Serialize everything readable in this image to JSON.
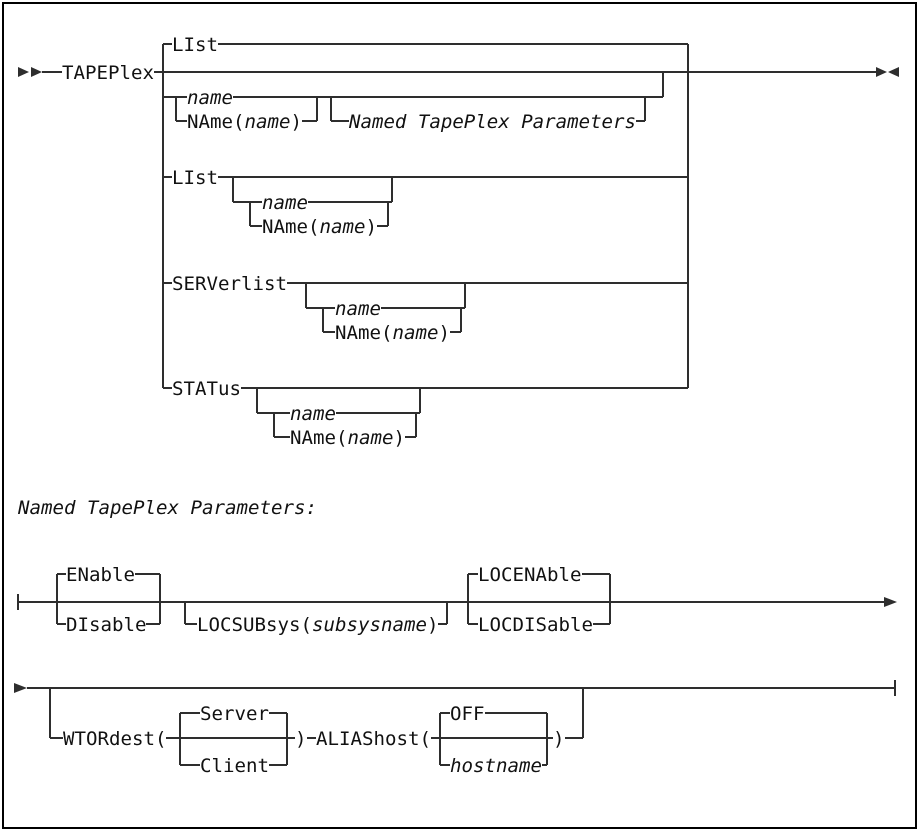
{
  "page": {
    "kind": "railroad-syntax-diagram",
    "description": "IBM-style command syntax diagram for the TAPEPlex operator command with a Named TapePlex Parameters fragment"
  },
  "colors": {
    "background": "#ffffff",
    "border": "#000000",
    "line": "#2e2e2e",
    "text": "#111111"
  },
  "tokens": {
    "tapeplex": "TAPEPlex",
    "list": "LIst",
    "name": "name",
    "name_open": "NAme(",
    "paren_close": ")",
    "named_params_ref": "Named TapePlex Parameters",
    "serverlist": "SERVerlist",
    "status": "STATus",
    "fragment_title": "Named TapePlex Parameters:",
    "enable": "ENable",
    "disable": "DIsable",
    "locsubsys_open": "LOCSUBsys(",
    "subsysname": "subsysname",
    "locenable": "LOCENAble",
    "locdisable": "LOCDISable",
    "wtordest_open": "WTORdest(",
    "server": "Server",
    "client": "Client",
    "aliashost_open": "ALIAShost(",
    "off": "OFF",
    "hostname": "hostname"
  },
  "syntax": {
    "command": "TAPEPlex",
    "main_alternatives": [
      "LIst (default, above line)",
      "empty (straight through)",
      "name | NAme(name) [Named TapePlex Parameters]",
      "LIst [name | NAme(name)]",
      "SERVerlist [name | NAme(name)]",
      "STATus [name | NAme(name)]"
    ],
    "fragment": {
      "title": "Named TapePlex Parameters:",
      "line1": "[ENable (default) | DIsable] [LOCSUBsys(subsysname)] [LOCENAble (default) | LOCDISable]",
      "line2": "[WTORdest( Server (default) | Client ) ALIAShost( OFF (default) | hostname )]"
    }
  }
}
